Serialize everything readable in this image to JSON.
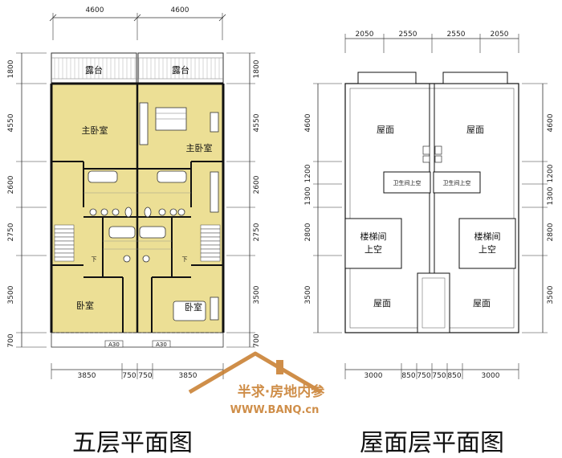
{
  "floor5": {
    "title": "五层平面图",
    "top_dims": [
      "4600",
      "4600"
    ],
    "bottom_dims": [
      "3850",
      "750",
      "750",
      "3850"
    ],
    "side_dims": [
      "1800",
      "4550",
      "2600",
      "2750",
      "3500",
      "700"
    ],
    "rooms": {
      "terrace_left": "露台",
      "terrace_right": "露台",
      "master_left": "主卧室",
      "master_right": "主卧室",
      "bed_left": "卧室",
      "bed_right": "卧室",
      "down_left": "下",
      "down_right": "下"
    },
    "window_tag": "A30"
  },
  "roof": {
    "title": "屋面层平面图",
    "top_dims": [
      "2050",
      "2550",
      "2550",
      "2050"
    ],
    "bottom_dims": [
      "3000",
      "850",
      "750",
      "750",
      "850",
      "3000"
    ],
    "side_dims": [
      "4600",
      "1200",
      "1300",
      "2800",
      "3500"
    ],
    "rooms": {
      "roof_tl": "屋面",
      "roof_tr": "屋面",
      "roof_bl": "屋面",
      "roof_br": "屋面",
      "wc_left": "卫生间上空",
      "wc_right": "卫生间上空",
      "stair_left_1": "楼梯间",
      "stair_left_2": "上空",
      "stair_right_1": "楼梯间",
      "stair_right_2": "上空"
    }
  },
  "watermark": {
    "line1": "半求·房地内参",
    "line2": "WWW.BANQ.cn"
  },
  "colors": {
    "fill": "#ecdf95",
    "wall": "#111111",
    "watermark": "#c77b2a"
  }
}
